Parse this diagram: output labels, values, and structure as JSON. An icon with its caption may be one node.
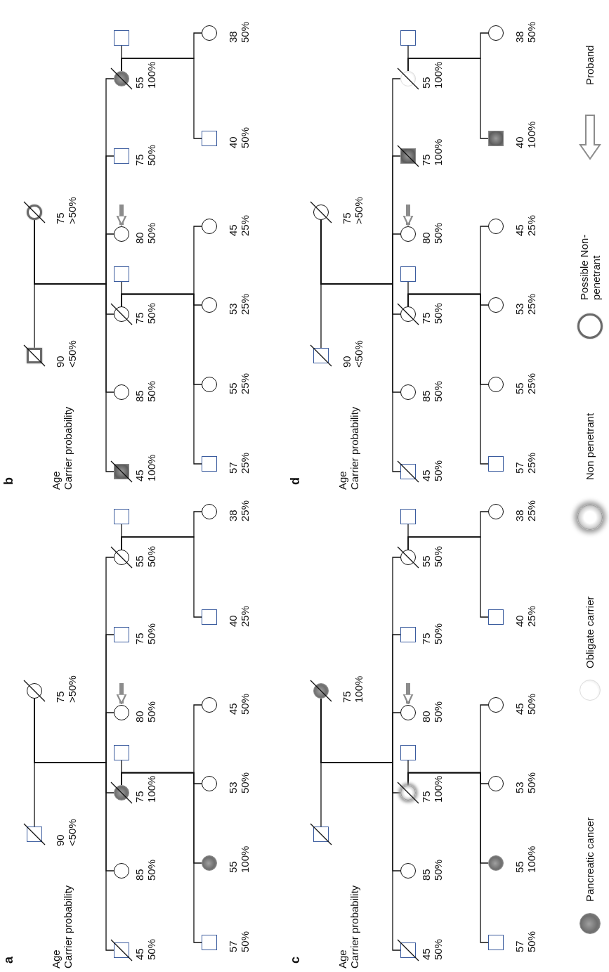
{
  "diagram": {
    "nodes": [
      {
        "text": [],
        "shape": "box",
        "beside": [
          "90",
          "<50%"
        ]
      },
      {
        "text": [],
        "shape": "circle",
        "beside": [
          "75",
          ">50%"
        ]
      },
      {
        "text": [],
        "shape": "box",
        "beside": [
          "45",
          "50%"
        ]
      },
      {
        "text": [],
        "shape": "circle",
        "beside": [
          "85",
          "50%"
        ]
      },
      {
        "text": [],
        "shape": "circle",
        "beside": [
          "75",
          "100%"
        ]
      },
      {
        "text": [],
        "shape": "box"
      },
      {
        "text": [],
        "shape": "circle",
        "beside": [
          "80",
          "50%"
        ]
      },
      {
        "text": [],
        "shape": "box",
        "beside": [
          "75",
          "50%"
        ]
      },
      {
        "text": [],
        "shape": "circle",
        "beside": [
          "55",
          "50%"
        ]
      },
      {
        "text": [],
        "shape": "box"
      },
      {
        "text": [],
        "shape": "box",
        "beside": [
          "57",
          "50%"
        ]
      },
      {
        "text": [],
        "shape": "circle",
        "beside": [
          "55",
          "100%"
        ]
      },
      {
        "text": [],
        "shape": "circle",
        "beside": [
          "53",
          "50%"
        ]
      },
      {
        "text": [],
        "shape": "circle",
        "beside": [
          "45",
          "50%"
        ]
      },
      {
        "text": [],
        "shape": "box",
        "beside": [
          "40",
          "25%"
        ]
      },
      {
        "text": [],
        "shape": "circle",
        "beside": [
          "38",
          "25%"
        ]
      },
      {
        "text": [],
        "shape": "box",
        "beside": [
          "90",
          "<50%"
        ]
      },
      {
        "text": [],
        "shape": "circle",
        "beside": [
          "75",
          ">50%"
        ]
      },
      {
        "text": [],
        "shape": "box",
        "beside": [
          "45",
          "100%"
        ]
      },
      {
        "text": [],
        "shape": "circle",
        "beside": [
          "85",
          "50%"
        ]
      },
      {
        "text": [],
        "shape": "circle",
        "beside": [
          "75",
          "50%"
        ]
      },
      {
        "text": [],
        "shape": "box"
      },
      {
        "text": [],
        "shape": "circle",
        "beside": [
          "80",
          "50%"
        ]
      },
      {
        "text": [],
        "shape": "box",
        "beside": [
          "75",
          "50%"
        ]
      },
      {
        "text": [],
        "shape": "circle",
        "beside": [
          "55",
          "100%"
        ]
      },
      {
        "text": [],
        "shape": "box"
      },
      {
        "text": [],
        "shape": "box",
        "beside": [
          "57",
          "25%"
        ]
      },
      {
        "text": [],
        "shape": "circle",
        "beside": [
          "55",
          "25%"
        ]
      },
      {
        "text": [],
        "shape": "circle",
        "beside": [
          "53",
          "25%"
        ]
      },
      {
        "text": [],
        "shape": "circle",
        "beside": [
          "45",
          "25%"
        ]
      },
      {
        "text": [],
        "shape": "box",
        "beside": [
          "40",
          "50%"
        ]
      },
      {
        "text": [],
        "shape": "circle",
        "beside": [
          "38",
          "50%"
        ]
      },
      {
        "text": [],
        "shape": "box"
      },
      {
        "text": [],
        "shape": "circle",
        "beside": [
          "75",
          "100%"
        ]
      },
      {
        "text": [],
        "shape": "box",
        "beside": [
          "45",
          "50%"
        ]
      },
      {
        "text": [],
        "shape": "circle",
        "beside": [
          "85",
          "50%"
        ]
      },
      {
        "text": [],
        "shape": "circle",
        "beside": [
          "75",
          "100%"
        ]
      },
      {
        "text": [],
        "shape": "box"
      },
      {
        "text": [],
        "shape": "circle",
        "beside": [
          "80",
          "50%"
        ]
      },
      {
        "text": [],
        "shape": "box",
        "beside": [
          "75",
          "50%"
        ]
      },
      {
        "text": [],
        "shape": "circle",
        "beside": [
          "55",
          "50%"
        ]
      },
      {
        "text": [],
        "shape": "box"
      },
      {
        "text": [],
        "shape": "box",
        "beside": [
          "57",
          "50%"
        ]
      },
      {
        "text": [],
        "shape": "circle",
        "beside": [
          "55",
          "100%"
        ]
      },
      {
        "text": [],
        "shape": "circle",
        "beside": [
          "53",
          "50%"
        ]
      },
      {
        "text": [],
        "shape": "circle",
        "beside": [
          "45",
          "50%"
        ]
      },
      {
        "text": [],
        "shape": "box",
        "beside": [
          "40",
          "25%"
        ]
      },
      {
        "text": [],
        "shape": "circle",
        "beside": [
          "38",
          "25%"
        ]
      },
      {
        "text": [],
        "shape": "box",
        "beside": [
          "90",
          "<50%"
        ]
      },
      {
        "text": [],
        "shape": "circle",
        "beside": [
          "75",
          ">50%"
        ]
      },
      {
        "text": [],
        "shape": "box",
        "beside": [
          "45",
          "50%"
        ]
      },
      {
        "text": [],
        "shape": "circle",
        "beside": [
          "85",
          "50%"
        ]
      },
      {
        "text": [],
        "shape": "circle",
        "beside": [
          "75",
          "50%"
        ]
      },
      {
        "text": [],
        "shape": "box"
      },
      {
        "text": [],
        "shape": "circle",
        "beside": [
          "80",
          "50%"
        ]
      },
      {
        "text": [],
        "shape": "box",
        "beside": [
          "75",
          "100%"
        ]
      },
      {
        "text": [],
        "shape": "circle",
        "beside": [
          "55",
          "100%"
        ]
      },
      {
        "text": [],
        "shape": "box"
      },
      {
        "text": [],
        "shape": "box",
        "beside": [
          "57",
          "25%"
        ]
      },
      {
        "text": [],
        "shape": "circle",
        "beside": [
          "55",
          "25%"
        ]
      },
      {
        "text": [],
        "shape": "circle",
        "beside": [
          "53",
          "25%"
        ]
      },
      {
        "text": [],
        "shape": "circle",
        "beside": [
          "45",
          "25%"
        ]
      },
      {
        "text": [],
        "shape": "box",
        "beside": [
          "40",
          "100%"
        ]
      },
      {
        "text": [],
        "shape": "circle",
        "beside": [
          "38",
          "50%"
        ]
      }
    ],
    "edges": [
      {
        "from": 0,
        "to": 1,
        "arrow": "none"
      },
      {
        "from": 1,
        "to": 2,
        "arrow": "none"
      },
      {
        "from": 1,
        "to": 3,
        "arrow": "none"
      },
      {
        "from": 1,
        "to": 4,
        "arrow": "none"
      },
      {
        "from": 1,
        "to": 6,
        "arrow": "none"
      },
      {
        "from": 1,
        "to": 7,
        "arrow": "none"
      },
      {
        "from": 1,
        "to": 8,
        "arrow": "none"
      },
      {
        "from": 4,
        "to": 5,
        "arrow": "none"
      },
      {
        "from": 4,
        "to": 10,
        "arrow": "none"
      },
      {
        "from": 4,
        "to": 11,
        "arrow": "none"
      },
      {
        "from": 4,
        "to": 12,
        "arrow": "none"
      },
      {
        "from": 4,
        "to": 13,
        "arrow": "none"
      },
      {
        "from": 8,
        "to": 9,
        "arrow": "none"
      },
      {
        "from": 8,
        "to": 14,
        "arrow": "none"
      },
      {
        "from": 8,
        "to": 15,
        "arrow": "none"
      },
      {
        "from": null,
        "to": 6,
        "arrow": "to",
        "style": "thick",
        "color": "#8c8c8c"
      },
      {
        "from": 16,
        "to": 17,
        "arrow": "none"
      },
      {
        "from": 17,
        "to": 18,
        "arrow": "none"
      },
      {
        "from": 17,
        "to": 19,
        "arrow": "none"
      },
      {
        "from": 17,
        "to": 20,
        "arrow": "none"
      },
      {
        "from": 17,
        "to": 22,
        "arrow": "none"
      },
      {
        "from": 17,
        "to": 23,
        "arrow": "none"
      },
      {
        "from": 17,
        "to": 24,
        "arrow": "none"
      },
      {
        "from": 20,
        "to": 21,
        "arrow": "none"
      },
      {
        "from": 20,
        "to": 26,
        "arrow": "none"
      },
      {
        "from": 20,
        "to": 27,
        "arrow": "none"
      },
      {
        "from": 20,
        "to": 28,
        "arrow": "none"
      },
      {
        "from": 20,
        "to": 29,
        "arrow": "none"
      },
      {
        "from": 24,
        "to": 25,
        "arrow": "none"
      },
      {
        "from": 24,
        "to": 30,
        "arrow": "none"
      },
      {
        "from": 24,
        "to": 31,
        "arrow": "none"
      },
      {
        "from": null,
        "to": 22,
        "arrow": "to",
        "style": "thick",
        "color": "#8c8c8c"
      },
      {
        "from": 32,
        "to": 33,
        "arrow": "none"
      },
      {
        "from": 33,
        "to": 34,
        "arrow": "none"
      },
      {
        "from": 33,
        "to": 35,
        "arrow": "none"
      },
      {
        "from": 33,
        "to": 36,
        "arrow": "none"
      },
      {
        "from": 33,
        "to": 38,
        "arrow": "none"
      },
      {
        "from": 33,
        "to": 39,
        "arrow": "none"
      },
      {
        "from": 33,
        "to": 40,
        "arrow": "none"
      },
      {
        "from": 36,
        "to": 37,
        "arrow": "none"
      },
      {
        "from": 36,
        "to": 42,
        "arrow": "none"
      },
      {
        "from": 36,
        "to": 43,
        "arrow": "none"
      },
      {
        "from": 36,
        "to": 44,
        "arrow": "none"
      },
      {
        "from": 36,
        "to": 45,
        "arrow": "none"
      },
      {
        "from": 40,
        "to": 41,
        "arrow": "none"
      },
      {
        "from": 40,
        "to": 46,
        "arrow": "none"
      },
      {
        "from": 40,
        "to": 47,
        "arrow": "none"
      },
      {
        "from": null,
        "to": 38,
        "arrow": "to",
        "style": "thick",
        "color": "#8c8c8c"
      },
      {
        "from": 48,
        "to": 49,
        "arrow": "none"
      },
      {
        "from": 49,
        "to": 50,
        "arrow": "none"
      },
      {
        "from": 49,
        "to": 51,
        "arrow": "none"
      },
      {
        "from": 49,
        "to": 52,
        "arrow": "none"
      },
      {
        "from": 49,
        "to": 54,
        "arrow": "none"
      },
      {
        "from": 49,
        "to": 55,
        "arrow": "none"
      },
      {
        "from": 49,
        "to": 56,
        "arrow": "none"
      },
      {
        "from": 52,
        "to": 53,
        "arrow": "none"
      },
      {
        "from": 52,
        "to": 58,
        "arrow": "none"
      },
      {
        "from": 52,
        "to": 59,
        "arrow": "none"
      },
      {
        "from": 52,
        "to": 60,
        "arrow": "none"
      },
      {
        "from": 52,
        "to": 61,
        "arrow": "none"
      },
      {
        "from": 56,
        "to": 57,
        "arrow": "none"
      },
      {
        "from": 56,
        "to": 62,
        "arrow": "none"
      },
      {
        "from": 56,
        "to": 63,
        "arrow": "none"
      },
      {
        "from": null,
        "to": 54,
        "arrow": "to",
        "style": "thick",
        "color": "#8c8c8c"
      }
    ],
    "labels": [
      "a",
      "Age",
      "Carrier probability",
      "b",
      "Age",
      "Carrier probability",
      "c",
      "Age",
      "Carrier probability",
      "d",
      "Age",
      "Carrier probability"
    ],
    "legend": [
      {
        "text": "Pancreatic cancer"
      },
      {
        "text": "Obligate carrier"
      },
      {
        "text": "Non penetrant"
      },
      {
        "text": "Possible Non-penetrant"
      },
      {
        "text": "Proband"
      }
    ]
  }
}
